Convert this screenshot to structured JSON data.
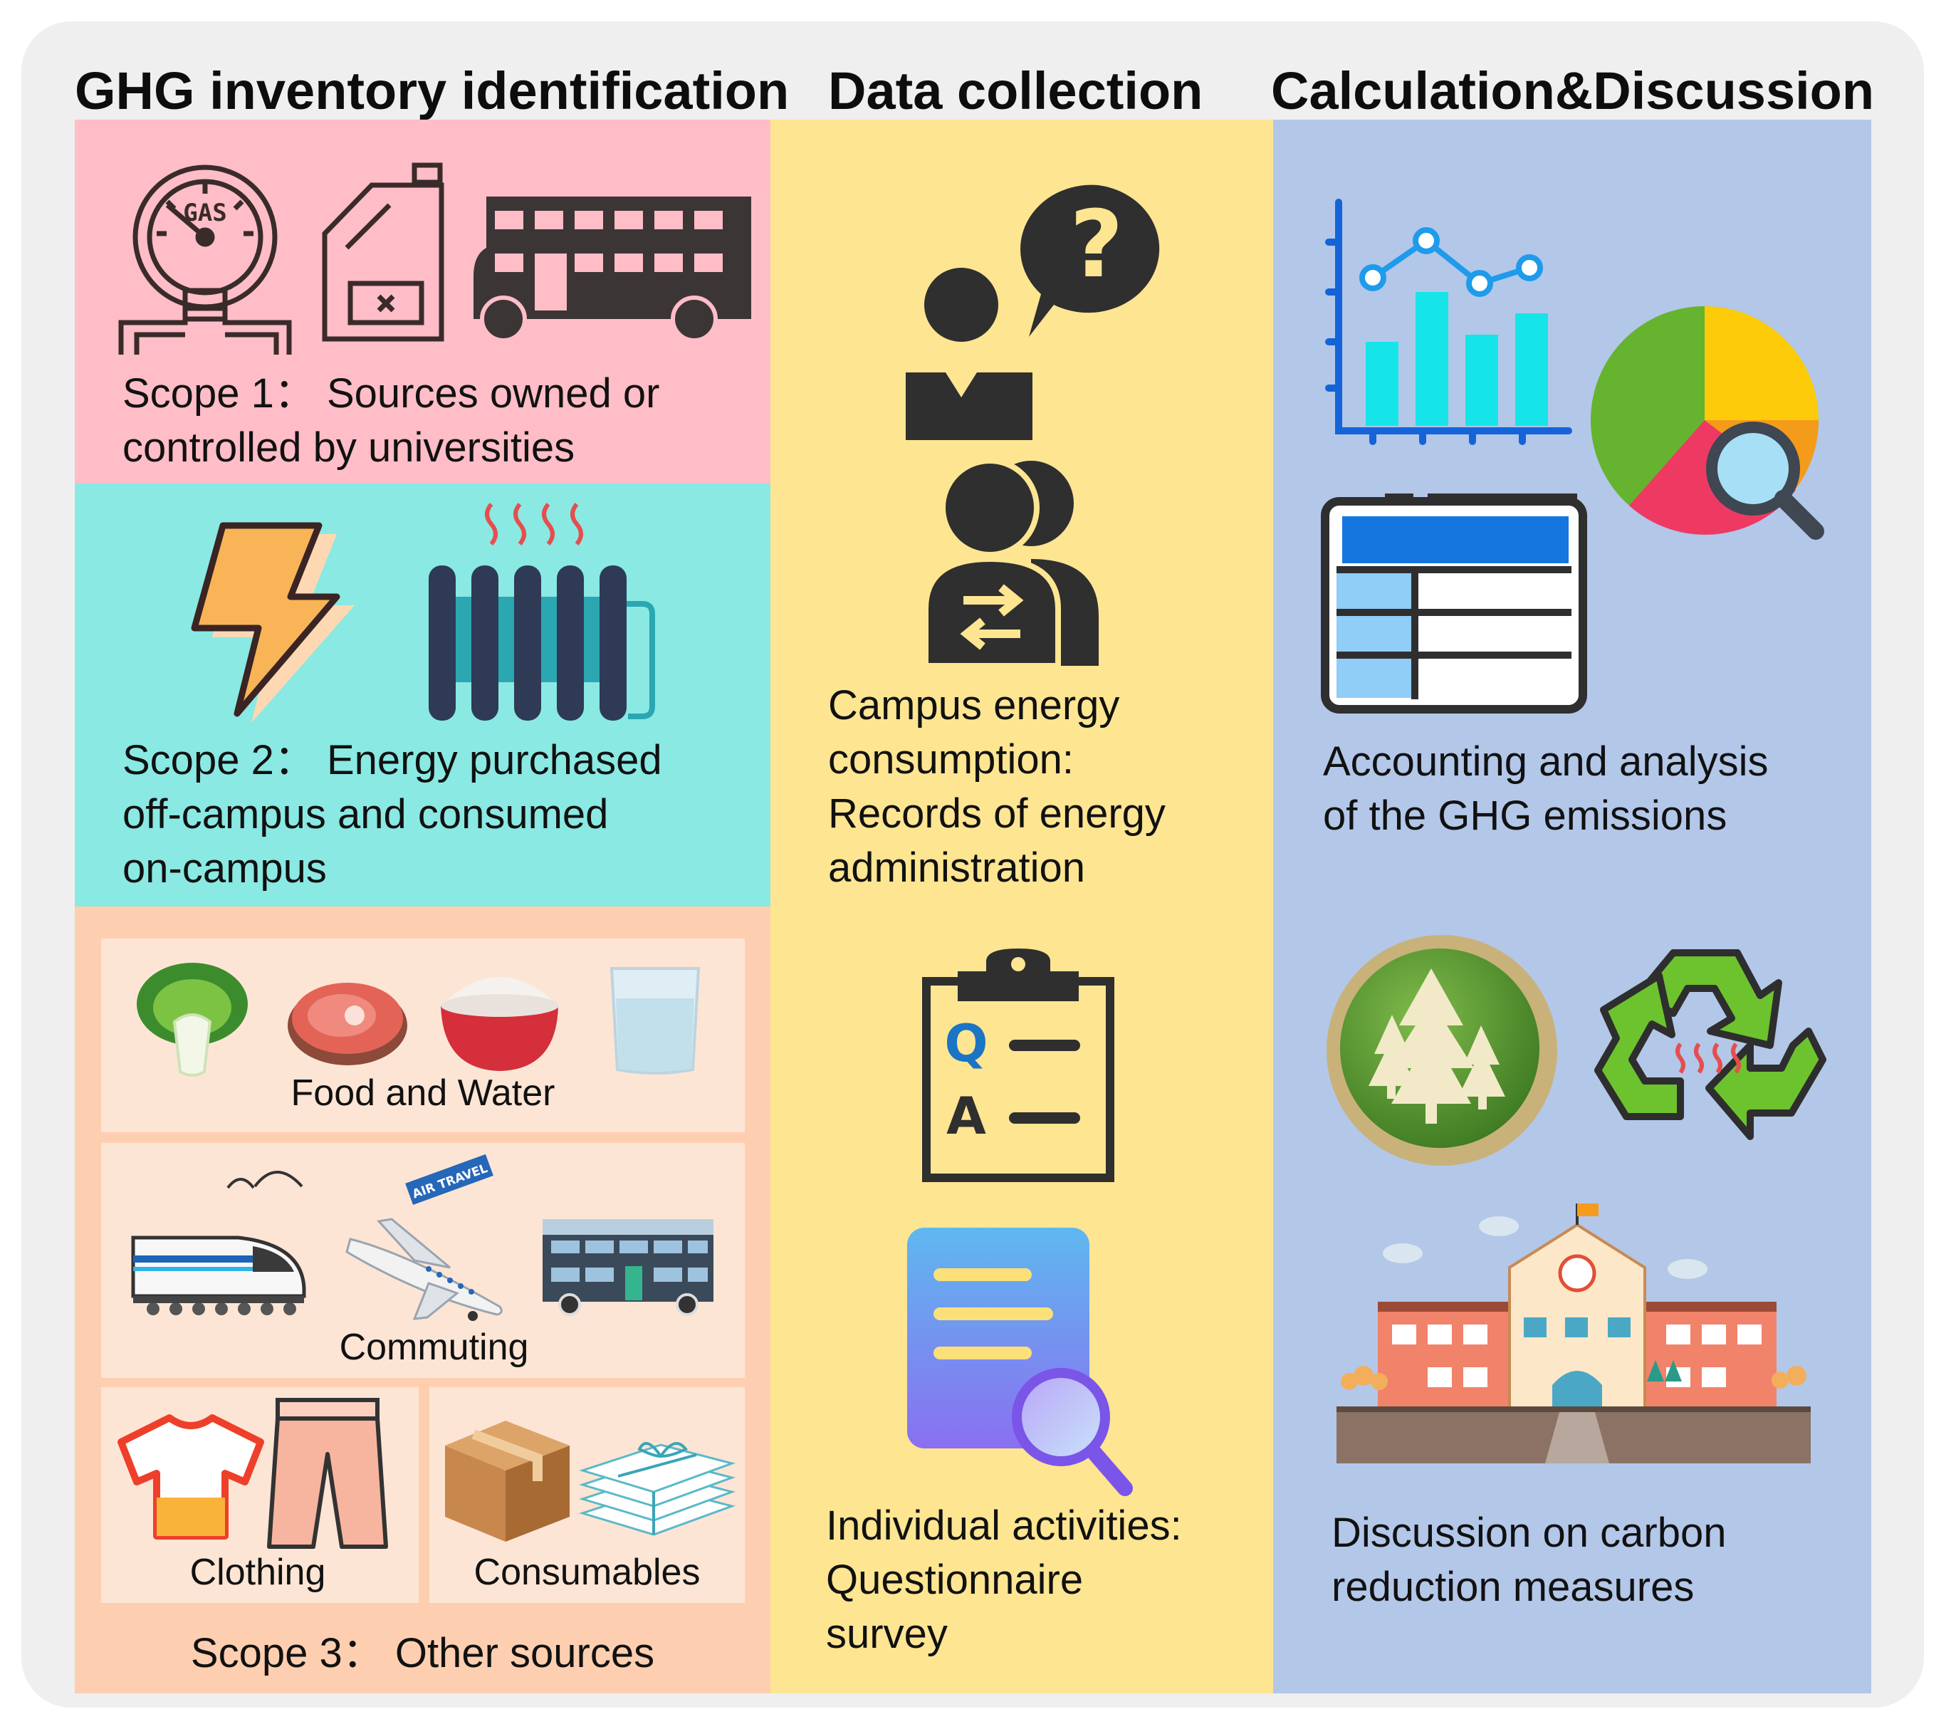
{
  "columns": {
    "inventory": {
      "title": "GHG inventory identification",
      "color": "#ffbdc7"
    },
    "collection": {
      "title": "Data collection",
      "color": "#fde592"
    },
    "calculation": {
      "title": "Calculation&Discussion",
      "color": "#b3c7e9"
    }
  },
  "scope1": {
    "line1": "Scope 1： Sources owned or",
    "line2": "controlled by universities",
    "color": "#ffbdc7",
    "gauge_text": "GAS"
  },
  "scope2": {
    "line1": "Scope 2： Energy purchased",
    "line2": "off-campus and consumed",
    "line3": "on-campus",
    "color": "#8ae9e3"
  },
  "scope3": {
    "label": "Scope 3： Other sources",
    "color": "#fdcfb0",
    "food_water": "Food and Water",
    "commuting": "Commuting",
    "air_travel_sign": "AIR TRAVEL",
    "clothing": "Clothing",
    "consumables": "Consumables"
  },
  "collection": {
    "energy_line1": "Campus energy",
    "energy_line2": "consumption:",
    "energy_line3": "Records of energy",
    "energy_line4": "administration",
    "question_mark": "?",
    "quiz_q": "Q",
    "quiz_a": "A",
    "individual_line1": "Individual activities:",
    "individual_line2": "Questionnaire",
    "individual_line3": "survey"
  },
  "calculation": {
    "accounting_line1": "Accounting and analysis",
    "accounting_line2": "of the GHG emissions",
    "discussion_line1": "Discussion on carbon",
    "discussion_line2": "reduction measures"
  },
  "icons": [
    "gas-meter-icon",
    "fuel-can-icon",
    "double-decker-bus-icon",
    "lightning-bolt-icon",
    "radiator-icon",
    "vegetable-icon",
    "meat-icon",
    "rice-bowl-icon",
    "water-glass-icon",
    "high-speed-train-icon",
    "airplane-icon",
    "bus-icon",
    "t-shirt-icon",
    "trousers-icon",
    "cardboard-box-icon",
    "paper-stack-icon",
    "person-question-icon",
    "people-exchange-icon",
    "clipboard-quiz-icon",
    "document-search-icon",
    "bar-line-chart-icon",
    "pie-chart-search-icon",
    "table-window-icon",
    "forest-badge-icon",
    "recycle-icon",
    "school-building-icon"
  ]
}
